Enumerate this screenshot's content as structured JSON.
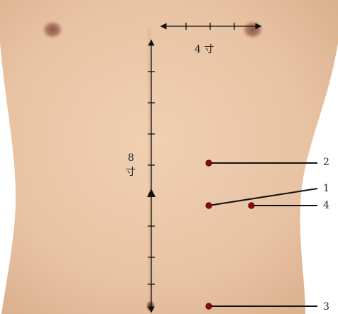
{
  "measure_top_label": "4 寸",
  "measure_side_label_number": "8",
  "measure_side_label_unit": "寸",
  "points": [
    {
      "label": "2",
      "color": "#8b0a14"
    },
    {
      "label": "1",
      "color": "#8b0a14"
    },
    {
      "label": "4",
      "color": "#8b0a14"
    },
    {
      "label": "3",
      "color": "#8b0a14"
    }
  ],
  "colors": {
    "skin": "#e8c3a3",
    "ink": "#111111",
    "point": "#8b0a14"
  }
}
